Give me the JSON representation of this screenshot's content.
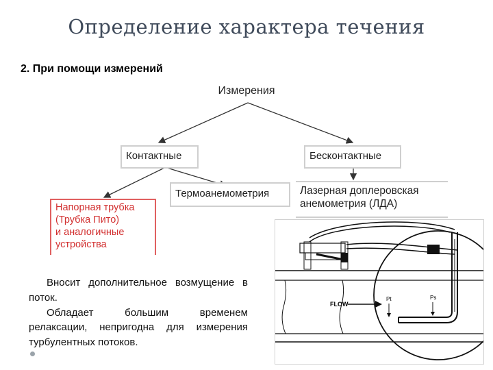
{
  "title": "Определение характера течения",
  "subtitle": "2. При помощи измерений",
  "diagram": {
    "root": "Измерения",
    "contact": "Контактные",
    "noncontact": "Бесконтактные",
    "thermo": "Термоанемометрия",
    "lda": "Лазерная доплеровская\nанемометрия (ЛДА)",
    "pitot": "Напорная трубка\n(Трубка Пито)\nи аналогичные\nустройства"
  },
  "description": {
    "p1": "Вносит дополнительное возмущение в поток.",
    "p2": "Обладает большим временем релаксации, непригодна для измерения турбулентных потоков."
  },
  "illustration": {
    "flow_label": "FLOW",
    "pt_label": "Pt",
    "ps_label": "Ps"
  },
  "colors": {
    "title": "#3f4a5a",
    "pitot_border": "#e06060",
    "pitot_text": "#d23030",
    "box_border": "#cfcfcf"
  }
}
